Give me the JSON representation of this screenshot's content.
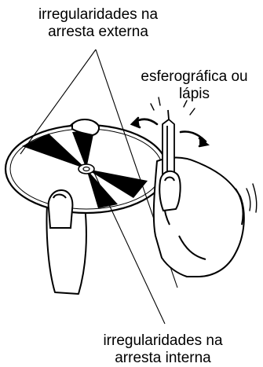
{
  "labels": {
    "outer_edge": {
      "line1": "irregularidades na",
      "line2": "arresta externa"
    },
    "pen": {
      "line1": "esferográfica ou",
      "line2": "lápis"
    },
    "inner_edge": {
      "line1": "irregularidades na",
      "line2": "arresta interna"
    }
  },
  "colors": {
    "ink": "#000000",
    "paper": "#ffffff"
  },
  "icons": {
    "disc": "compact-disc-icon",
    "pen": "pencil-icon",
    "arrows": "rotate-arrows-icon"
  }
}
